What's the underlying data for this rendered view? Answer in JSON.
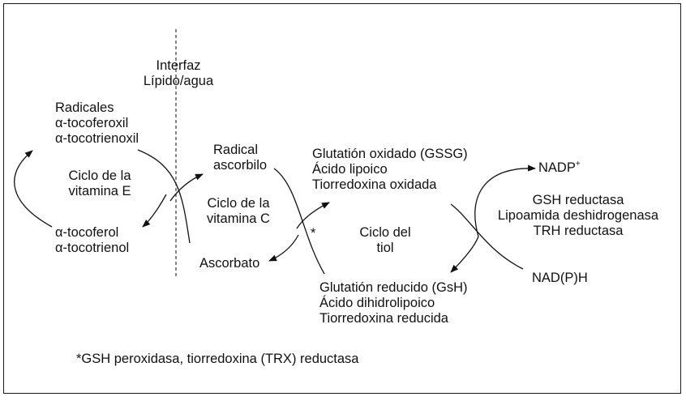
{
  "diagram": {
    "title": "Ciclos antioxidantes: vitamina E, vitamina C y ciclo del tiol",
    "interface": {
      "line1": "Interfaz",
      "line2": "Lípido/agua"
    },
    "vitamin_e": {
      "radicals": [
        "Radicales",
        "α-tocoferoxil",
        "α-tocotrienoxil"
      ],
      "cycle_label": [
        "Ciclo de la",
        "vitamina E"
      ],
      "reduced": [
        "α-tocoferol",
        "α-tocotrienol"
      ]
    },
    "vitamin_c": {
      "radical": [
        "Radical",
        "ascorbilo"
      ],
      "cycle_label": [
        "Ciclo de la",
        "vitamina C"
      ],
      "reduced": "Ascorbato"
    },
    "thiol": {
      "oxidized": [
        "Glutatión oxidado (GSSG)",
        "Ácido lipoico",
        "Tiorredoxina oxidada"
      ],
      "cycle_label": [
        "Ciclo del",
        "tiol"
      ],
      "reduced": [
        "Glutatión reducido (GsH)",
        "Ácido dihidrolipoico",
        "Tiorredoxina reducida"
      ],
      "asterisk": "*"
    },
    "enzymes": {
      "nadp": "NADP",
      "nadp_sup": "+",
      "nadph": "NAD(P)H",
      "list": [
        "GSH reductasa",
        "Lipoamida deshidrogenasa",
        "TRH reductasa"
      ]
    },
    "footnote": "*GSH peroxidasa, tiorredoxina (TRX) reductasa"
  }
}
